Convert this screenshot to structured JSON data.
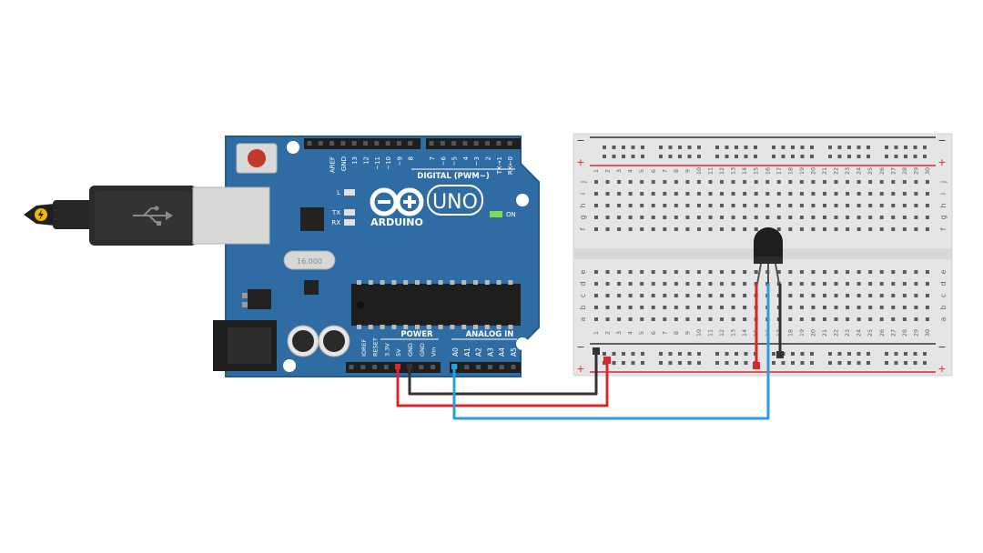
{
  "colors": {
    "board": "#2f6ca3",
    "board_edge": "#245a8a",
    "breadboard": "#e5e5e5",
    "rail_red": "#d9262c",
    "rail_black": "#333333",
    "wire_red": "#d8282e",
    "wire_black": "#333333",
    "wire_blue": "#2c9fd8"
  },
  "arduino": {
    "brand": "ARDUINO",
    "model": "UNO",
    "digital_label": "DIGITAL (PWM~)",
    "power_label": "POWER",
    "analog_label": "ANALOG IN",
    "led_l": "L",
    "led_tx": "TX",
    "led_rx": "RX",
    "on_label": "ON",
    "crystal_label": "16.000",
    "digital_pins": [
      "AREF",
      "GND",
      "13",
      "12",
      "~11",
      "~10",
      "~9",
      "8",
      "7",
      "~6",
      "~5",
      "4",
      "~3",
      "2",
      "TX→1",
      "RX←0"
    ],
    "power_pins": [
      "IOREF",
      "RESET",
      "3.3V",
      "5V",
      "GND",
      "GND",
      "Vin"
    ],
    "analog_pins": [
      "A0",
      "A1",
      "A2",
      "A3",
      "A4",
      "A5"
    ]
  },
  "breadboard": {
    "plus": "+",
    "minus": "−",
    "row_letters_top": [
      "j",
      "i",
      "h",
      "g",
      "f"
    ],
    "row_letters_bottom": [
      "e",
      "d",
      "c",
      "b",
      "a"
    ],
    "columns": [
      "1",
      "2",
      "3",
      "4",
      "5",
      "6",
      "7",
      "8",
      "9",
      "10",
      "11",
      "12",
      "13",
      "14",
      "15",
      "16",
      "17",
      "18",
      "19",
      "20",
      "21",
      "22",
      "23",
      "24",
      "25",
      "26",
      "27",
      "28",
      "29",
      "30"
    ]
  },
  "sensor": {
    "name": "temperature-sensor"
  }
}
